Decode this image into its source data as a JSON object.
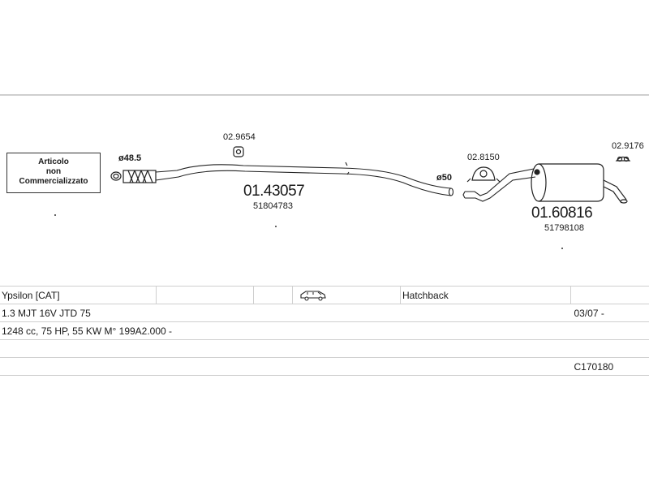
{
  "notice": {
    "line1": "Articolo",
    "line2": "non",
    "line3": "Commercializzato"
  },
  "parts": {
    "front_pipe_diameter": "ø48.5",
    "mid_pipe": {
      "code": "01.43057",
      "oe": "51804783"
    },
    "clamp_mid": "02.9654",
    "rear_diameter": "ø50",
    "clamp_rear": "02.8150",
    "rear_muffler": {
      "code": "01.60816",
      "oe": "51798108"
    },
    "hanger": "02.9176"
  },
  "spec": {
    "model": "Ypsilon  [CAT]",
    "body": "Hatchback",
    "engine": "1.3 MJT 16V JTD  75",
    "date": "03/07 -",
    "details": "1248 cc, 75 HP, 55 KW  M° 199A2.000 -",
    "ref": "C170180"
  },
  "icons": {
    "vehicle": "car-side-icon"
  }
}
